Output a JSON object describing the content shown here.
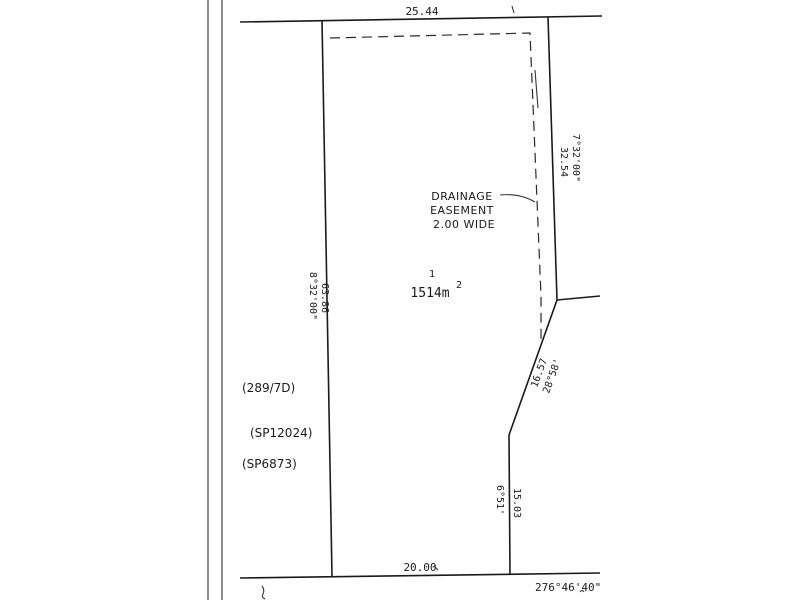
{
  "lot": {
    "number": "1",
    "area_value": "1514m",
    "area_unit_sup": "2"
  },
  "easement": {
    "line1": "DRAINAGE",
    "line2": "EASEMENT",
    "line3": "2.00 WIDE"
  },
  "dimensions": {
    "top": "25.44",
    "bottom": "20.00",
    "left_length": "63.86",
    "left_bearing": "8°32'00\"",
    "right_upper_length": "32.54",
    "right_upper_bearing": "7°32'00\"",
    "right_diag_length": "16.57",
    "right_diag_bearing": "28°58'",
    "right_lower_length": "15.03",
    "right_lower_bearing": "6°51'",
    "bottom_bearing": "276°46'40\""
  },
  "references": {
    "ref1": "(289/7D)",
    "ref2": "(SP12024)",
    "ref3": "(SP6873)"
  },
  "colors": {
    "ink": "#1a1a1a",
    "paper": "#ffffff"
  }
}
